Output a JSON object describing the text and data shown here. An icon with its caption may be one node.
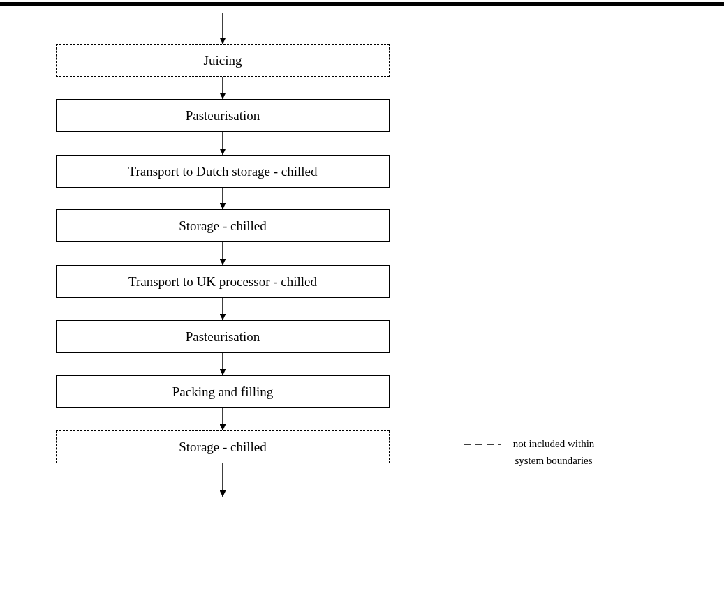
{
  "diagram": {
    "nodes": [
      {
        "text": [
          "Juicing"
        ]
      },
      {
        "text": [
          "Pasteurisation"
        ]
      },
      {
        "text": [
          "Transport to Dutch storage - chilled"
        ]
      },
      {
        "text": [
          "Storage - chilled"
        ]
      },
      {
        "text": [
          "Transport to UK processor - chilled"
        ]
      },
      {
        "text": [
          "Pasteurisation"
        ]
      },
      {
        "text": [
          "Packing and filling"
        ]
      },
      {
        "text": [
          "Storage - chilled"
        ]
      }
    ],
    "edges": [
      {
        "from": null,
        "to": 0,
        "arrow": "to"
      },
      {
        "from": 0,
        "to": 1,
        "arrow": "to"
      },
      {
        "from": 1,
        "to": 2,
        "arrow": "to"
      },
      {
        "from": 2,
        "to": 3,
        "arrow": "to"
      },
      {
        "from": 3,
        "to": 4,
        "arrow": "to"
      },
      {
        "from": 4,
        "to": 5,
        "arrow": "to"
      },
      {
        "from": 5,
        "to": 6,
        "arrow": "to"
      },
      {
        "from": 6,
        "to": 7,
        "arrow": "to"
      },
      {
        "from": 7,
        "to": null,
        "arrow": "to"
      }
    ],
    "legend": [
      {
        "text": "not included within system boundaries"
      }
    ]
  }
}
